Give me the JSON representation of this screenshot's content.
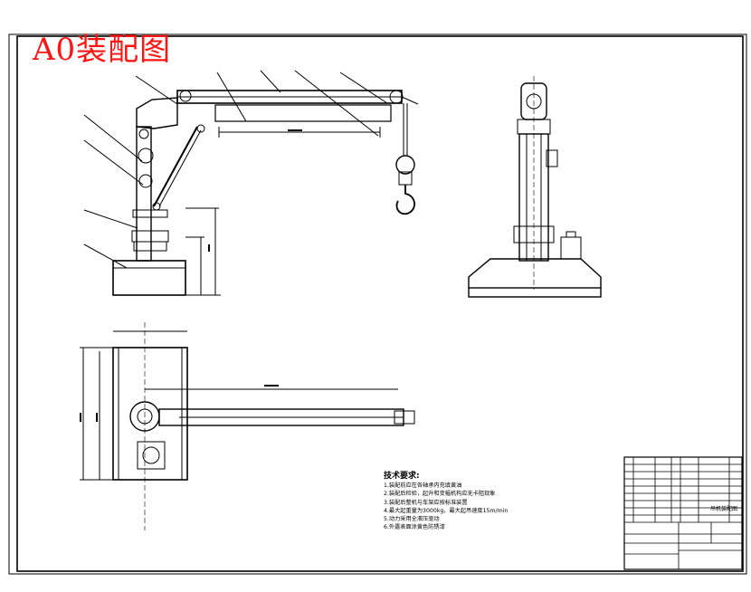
{
  "stamp": {
    "text": "A0装配图",
    "color": "#ff1414"
  },
  "technical_requirements": {
    "title": "技术要求:",
    "items": [
      "1.装配前应在各轴承内充填黄油",
      "2.装配后检验，起升和变幅机构应无卡阻现象",
      "3.装配后整机与车架应按标准装置",
      "4.最大起重量为3000kg，最大起吊速度15m/min",
      "5.动力采用全液压驱动",
      "6.外露表面涂黄色防锈漆"
    ]
  },
  "title_block": {
    "name": "吊机装配图"
  },
  "colors": {
    "line": "#000000",
    "accent": "#ff1414",
    "paper": "#ffffff"
  }
}
